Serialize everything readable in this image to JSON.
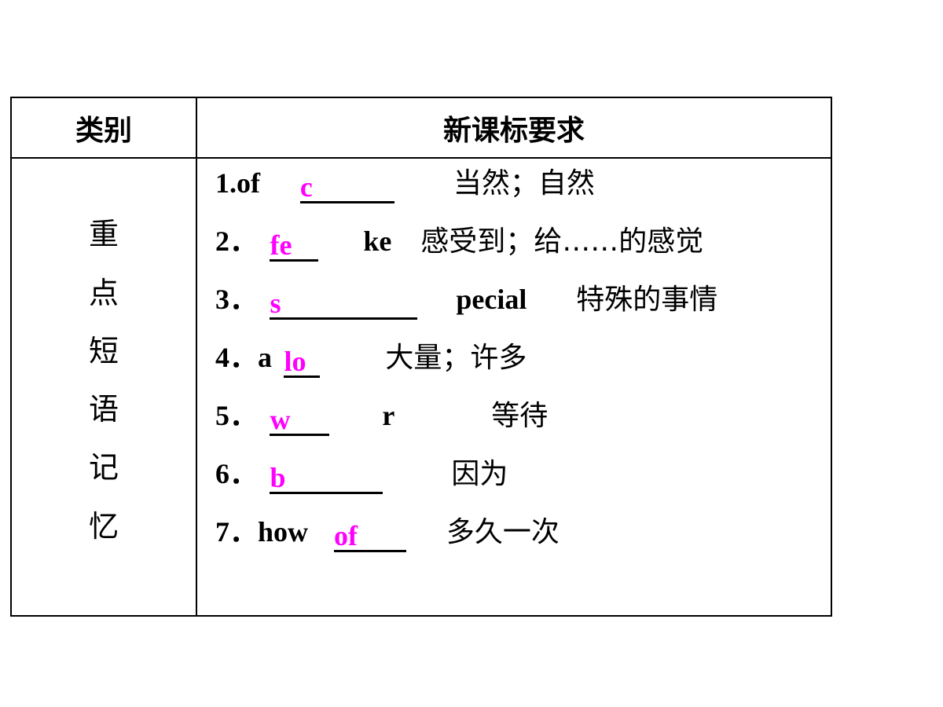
{
  "table": {
    "header": {
      "category": "类别",
      "requirement": "新课标要求"
    },
    "category_chars": [
      "重",
      "点",
      "短",
      "语",
      "记",
      "忆"
    ],
    "items": [
      {
        "num": "1.",
        "pre": "of",
        "answer": "c",
        "post": "",
        "meaning": "当然；自然"
      },
      {
        "num": "2．",
        "pre": "",
        "answer": "fe",
        "post": "ke",
        "meaning": "感受到；给……的感觉"
      },
      {
        "num": "3．",
        "pre": "",
        "answer": "s",
        "post": "pecial",
        "meaning": "特殊的事情"
      },
      {
        "num": "4．",
        "pre": "a",
        "answer": "lo",
        "post": "",
        "meaning": "大量；许多"
      },
      {
        "num": "5．",
        "pre": "",
        "answer": "w",
        "post": "r",
        "meaning": "等待"
      },
      {
        "num": "6．",
        "pre": "",
        "answer": "b",
        "post": "",
        "meaning": "因为"
      },
      {
        "num": "7．",
        "pre": "how",
        "answer": "of",
        "post": "",
        "meaning": "多久一次"
      }
    ]
  },
  "colors": {
    "answer": "#ff00ff",
    "border": "#000000"
  }
}
